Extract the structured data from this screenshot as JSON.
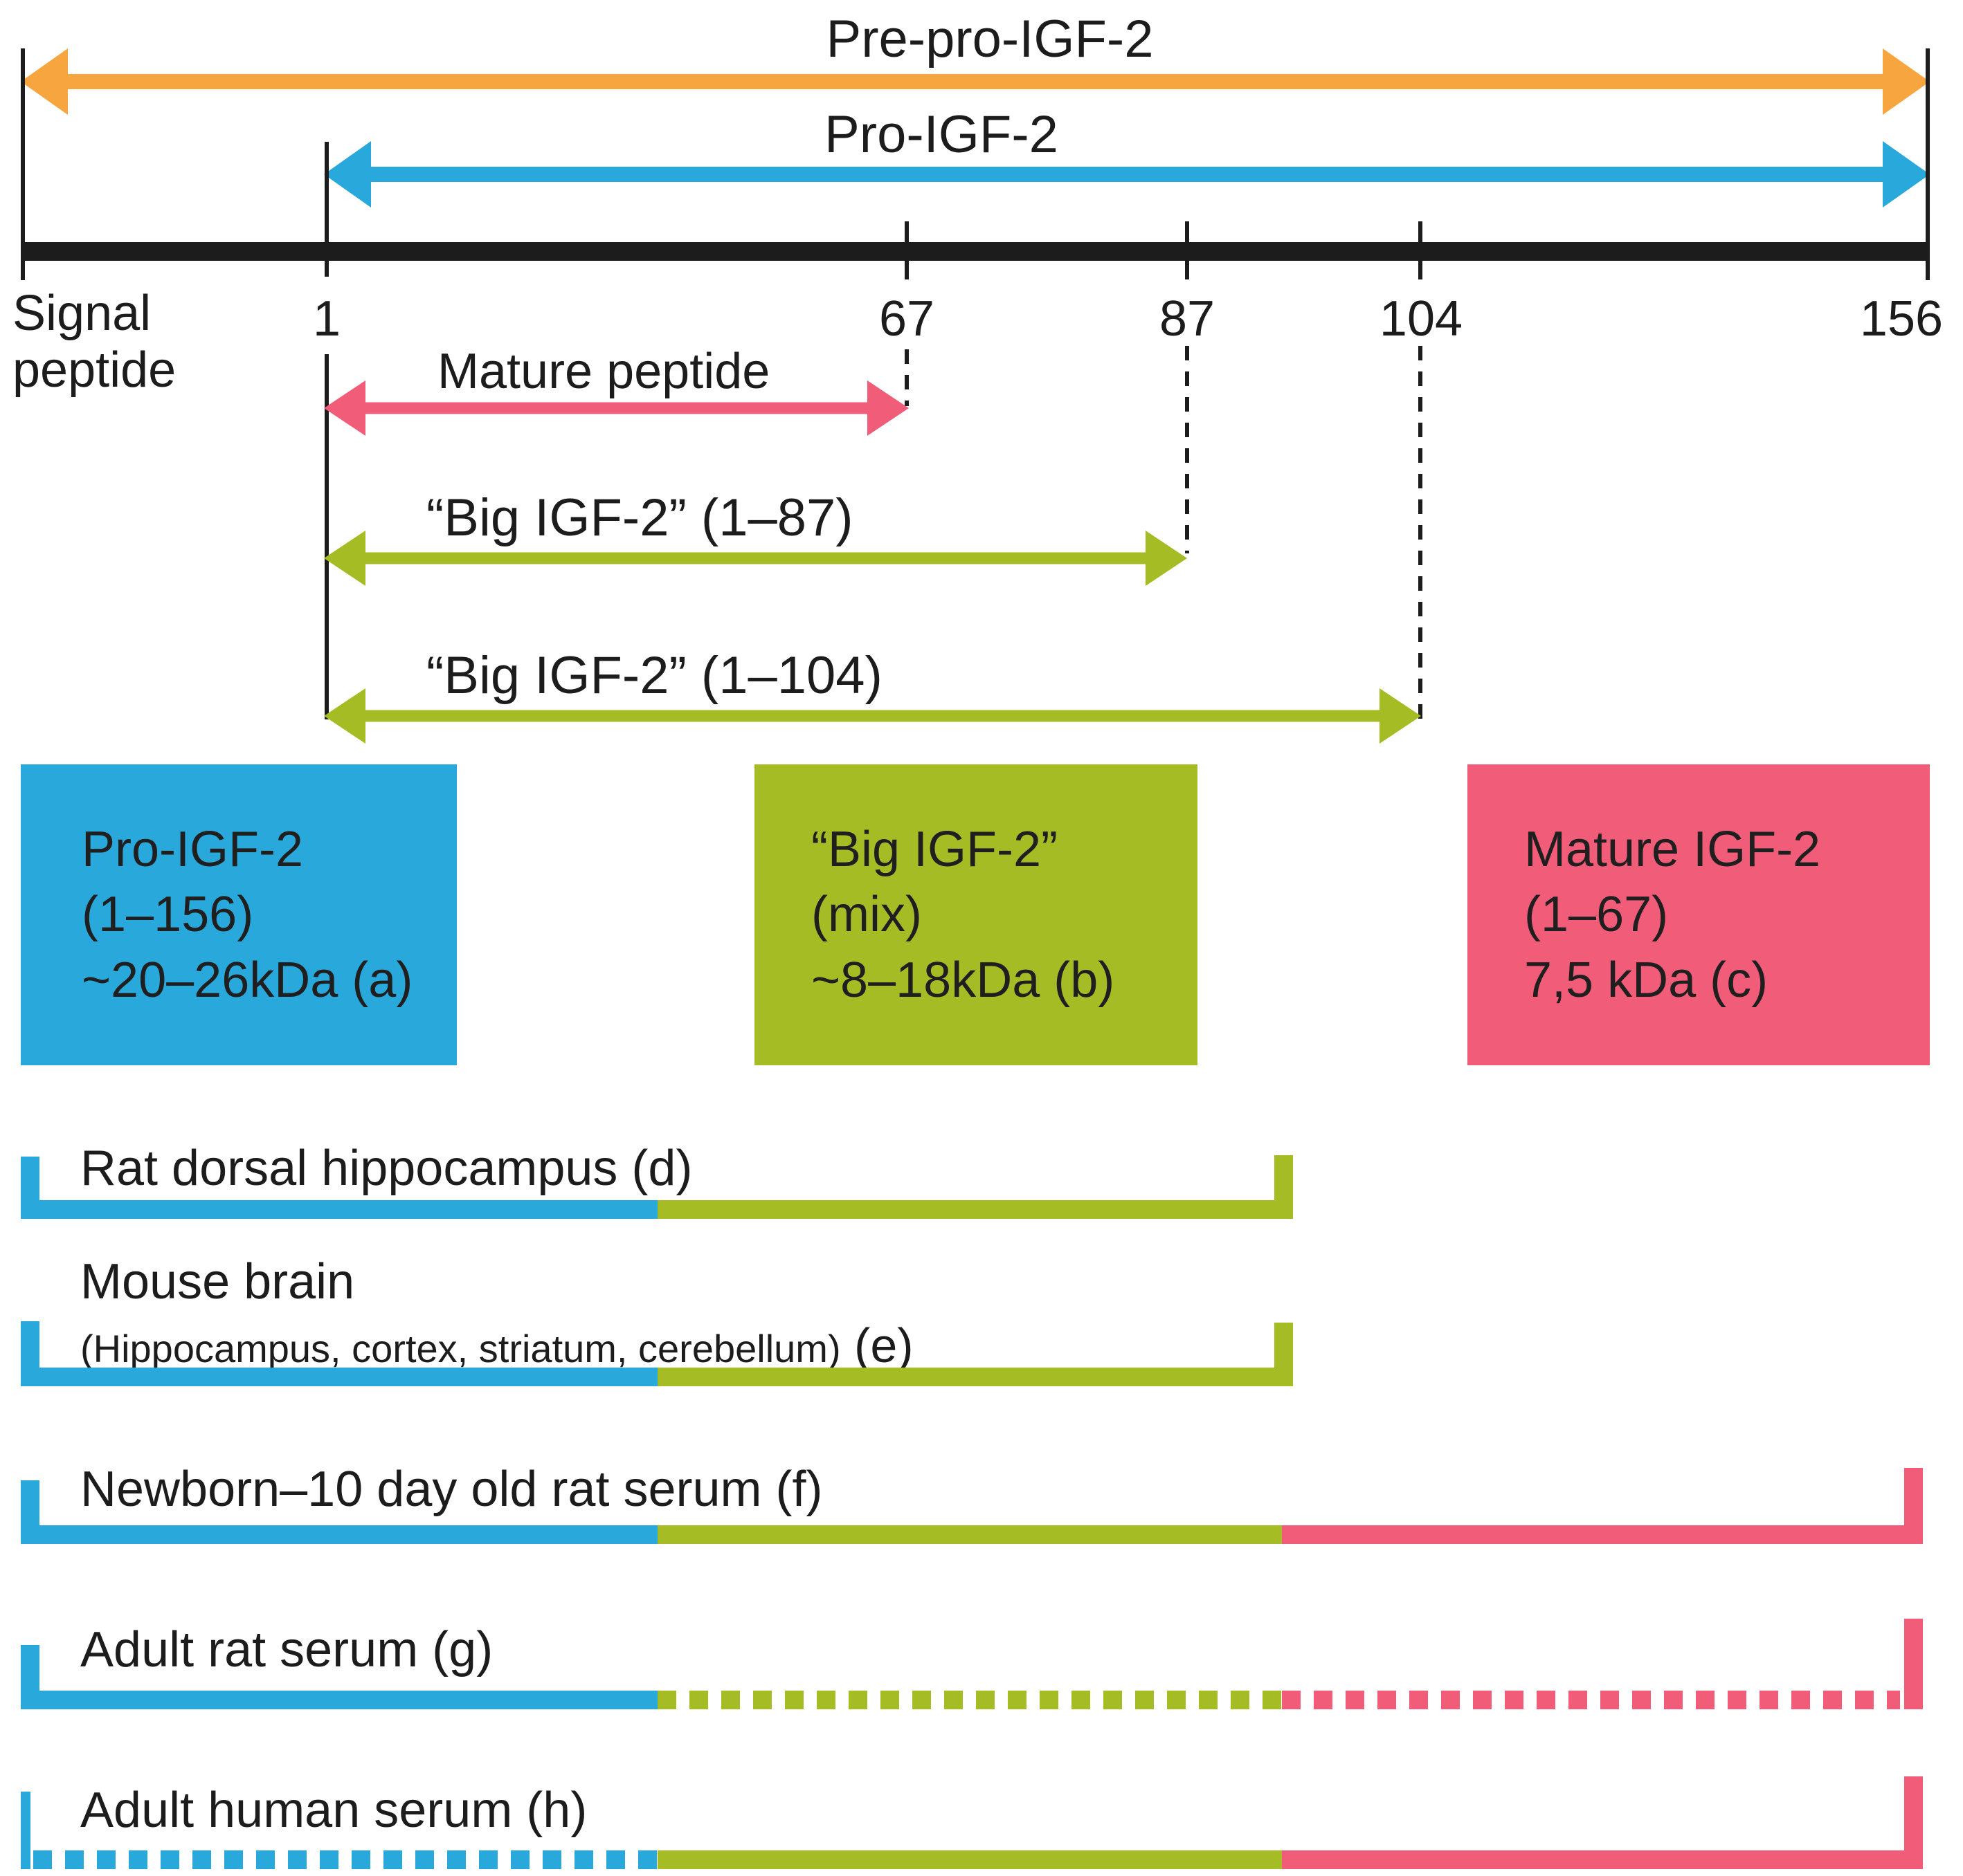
{
  "colors": {
    "blue": "#29a8db",
    "green": "#a5bc25",
    "pink": "#f15c78",
    "orange": "#f7a63f",
    "ink": "#1c1c1c"
  },
  "top_arrows": {
    "prepro_label": "Pre-pro-IGF-2",
    "pro_label": "Pro-IGF-2"
  },
  "axis": {
    "signal_line1": "Signal",
    "signal_line2": "peptide",
    "tick_1": "1",
    "tick_67": "67",
    "tick_87": "87",
    "tick_104": "104",
    "tick_156": "156"
  },
  "fragments": {
    "mature_label": "Mature peptide",
    "big87_label": "“Big IGF-2” (1–87)",
    "big104_label": "“Big IGF-2” (1–104)"
  },
  "boxes": {
    "pro": {
      "line1": "Pro-IGF-2",
      "line2": "(1–156)",
      "line3": "~20–26kDa (a)"
    },
    "big": {
      "line1": "“Big IGF-2”",
      "line2": "(mix)",
      "line3": "~8–18kDa (b)"
    },
    "mature": {
      "line1": "Mature IGF-2",
      "line2": "(1–67)",
      "line3": "7,5 kDa (c)"
    }
  },
  "samples": {
    "d": {
      "label": "Rat dorsal hippocampus (d)"
    },
    "e": {
      "label": "Mouse brain",
      "sublabel": "(Hippocampus, cortex, striatum, cerebellum)",
      "suffix": " (e)"
    },
    "f": {
      "label": "Newborn–10 day old rat serum (f)"
    },
    "g": {
      "label": "Adult rat serum (g)"
    },
    "h": {
      "label": "Adult human serum (h)"
    }
  }
}
